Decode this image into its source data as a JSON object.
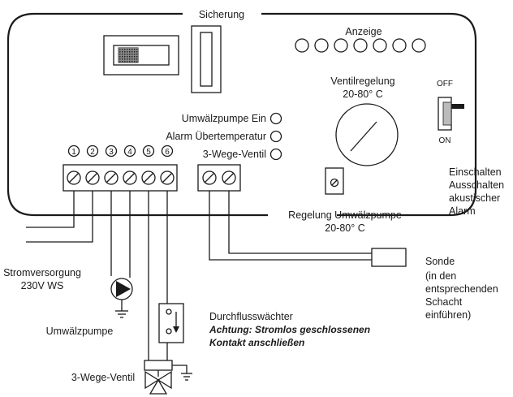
{
  "labels": {
    "fuse": "Sicherung",
    "display": "Anzeige",
    "valve_control": "Ventilregelung",
    "valve_control_range": "20-80° C",
    "switch_off": "OFF",
    "switch_on": "ON",
    "pump_on": "Umwälzpumpe Ein",
    "overtemp_alarm": "Alarm Übertemperatur",
    "three_way_valve_led": "3-Wege-Ventil",
    "switch_desc": [
      "Einschalten",
      "Ausschalten",
      "akustischer",
      "Alarm"
    ],
    "pump_control": "Regelung Umwälzpumpe",
    "pump_control_range": "20-80° C",
    "power_supply": "Stromversorgung",
    "power_supply_voltage": "230V WS",
    "circulation_pump": "Umwälzpumpe",
    "flow_switch": "Durchflusswächter",
    "warning_line1": "Achtung: Stromlos geschlossenen",
    "warning_line2": "Kontakt anschließen",
    "three_way_valve": "3-Wege-Ventil",
    "probe": "Sonde",
    "probe_desc": [
      "(in den",
      "entsprechenden",
      "Schacht",
      "einführen)"
    ]
  },
  "terminal_numbers": [
    "①",
    "②",
    "③",
    "④",
    "⑤",
    "⑥"
  ]
}
